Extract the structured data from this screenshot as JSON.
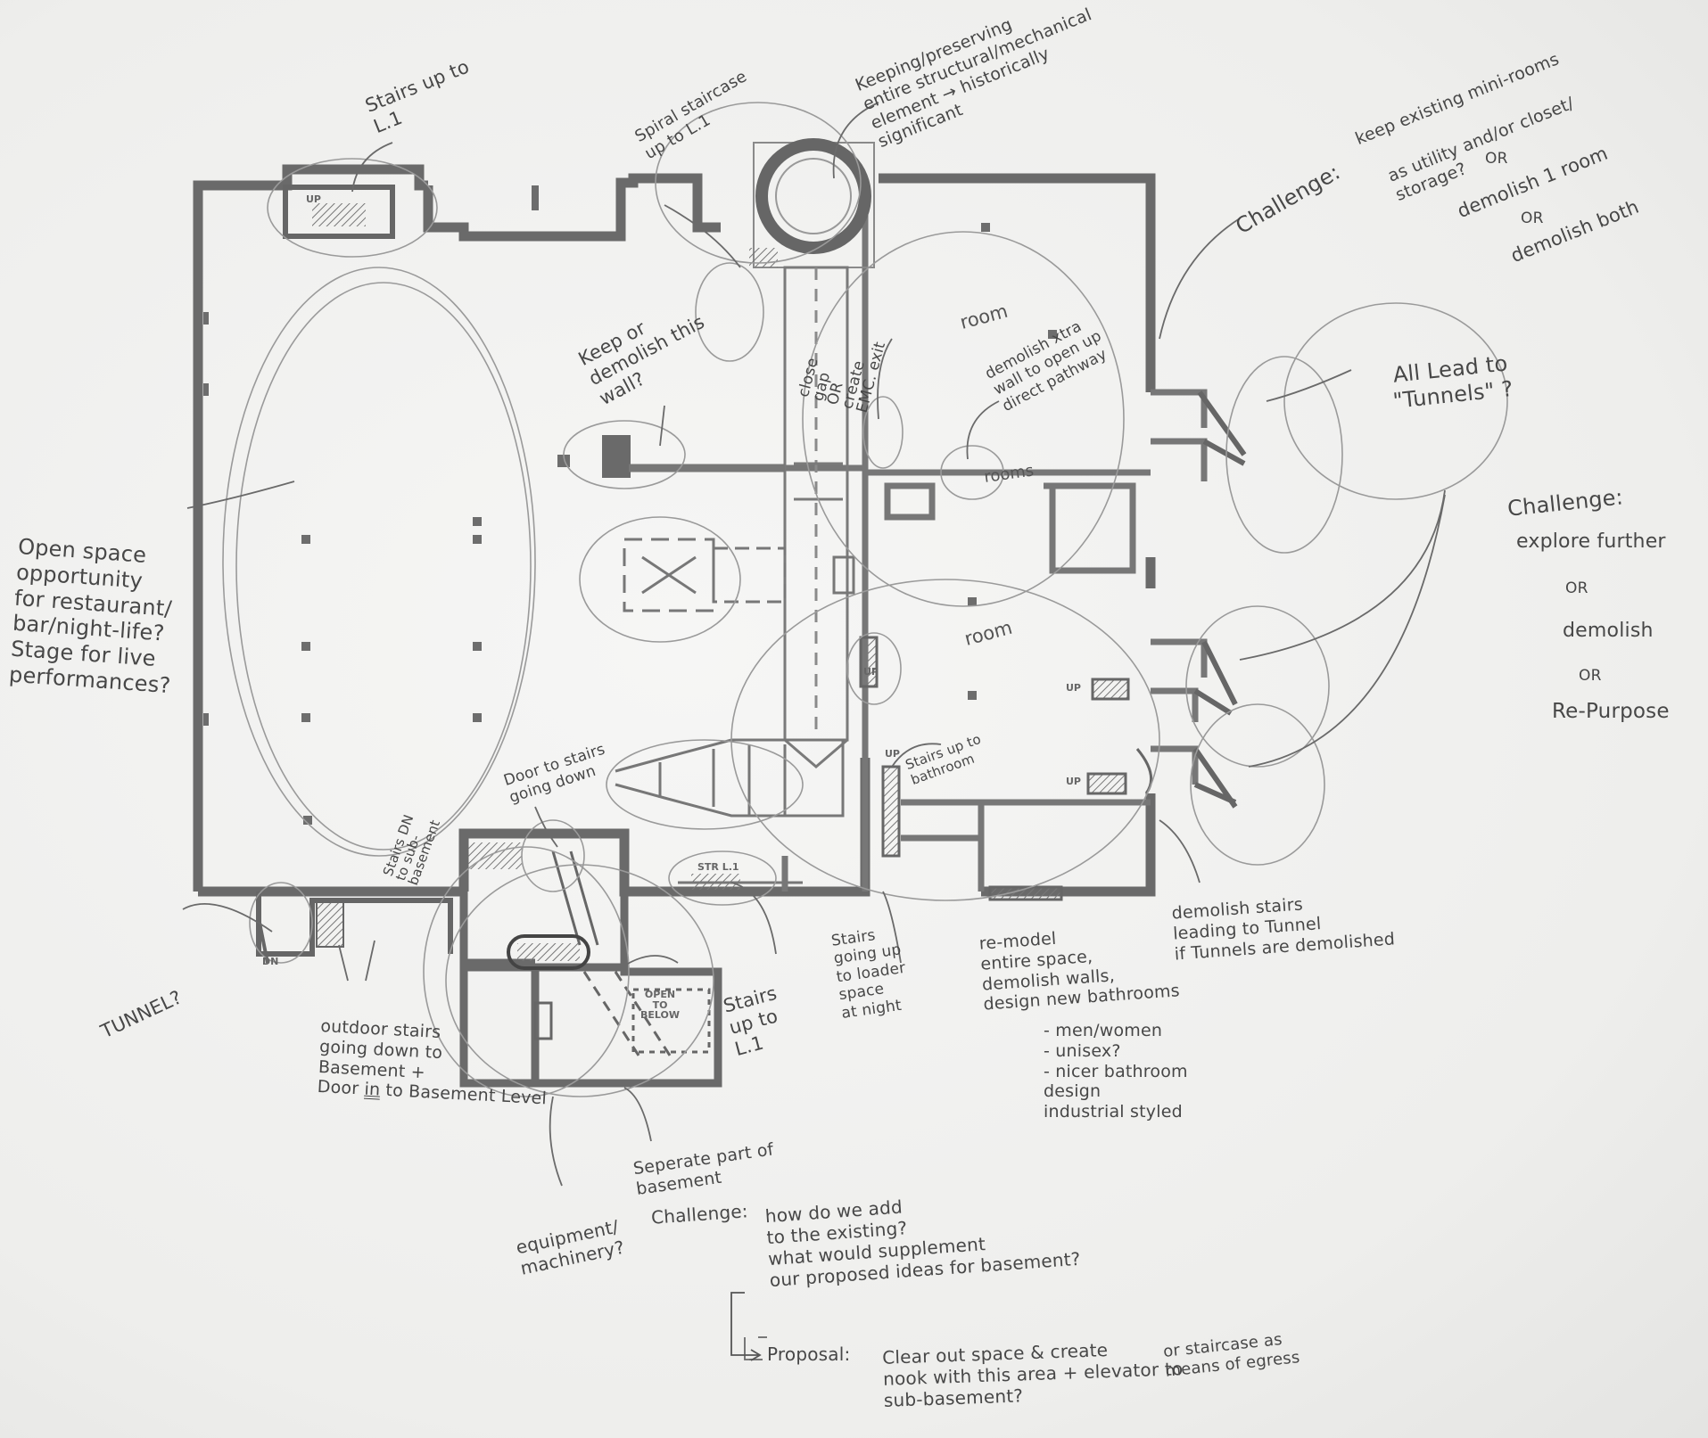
{
  "annotations": {
    "stairs_up_top": "Stairs up to\nL.1",
    "spiral_staircase": "Spiral staircase\nup to L.1",
    "keeping_preserving": "Keeping/preserving\nentire structural/mechanical\nelement → historically\nsignificant",
    "challenge_mini_rooms_lead": "Challenge:",
    "challenge_mini_rooms_1": "keep existing mini-rooms",
    "challenge_mini_rooms_2": "as utility and/or closet/\nstorage?",
    "or_1": "OR",
    "demolish_1_room": "demolish 1 room",
    "or_2": "OR",
    "demolish_both": "demolish both",
    "keep_or_demolish_wall": "Keep or\ndemolish this\nwall?",
    "close_gap": "close\ngap\nOR\ncreate\nEMC. exit",
    "room_upper": "room",
    "demolish_xtra_wall": "demolish xtra\nwall to open up\ndirect pathway",
    "rooms": "rooms",
    "all_lead_to_tunnels": "All Lead to\n\"Tunnels\" ?",
    "challenge_explore": "Challenge:",
    "explore_further": "explore further",
    "or_3": "OR",
    "demolish": "demolish",
    "or_4": "OR",
    "re_purpose": "Re-Purpose",
    "room_lower": "room",
    "open_space": "Open space\nopportunity\nfor restaurant/\nbar/night-life?\nStage for live\nperformances?",
    "stairs_dn_sub": "Stairs DN\nto sub-\nbasement",
    "door_to_stairs": "Door to stairs\ngoing down",
    "stairs_up_to_bathroom": "Stairs up to\nbathroom",
    "tunnel": "TUNNEL?",
    "outdoor_stairs_1": "outdoor stairs\ngoing down to\nBasement +",
    "outdoor_stairs_door": "Door",
    "outdoor_stairs_in": "in",
    "outdoor_stairs_2": "to Basement Level",
    "stairs_up_l1_bottom": "Stairs\nup to\nL.1",
    "stairs_going_up": "Stairs\ngoing up\nto loader\nspace\nat night",
    "remodel": "re-model\nentire space,\ndemolish walls,\ndesign new bathrooms",
    "remodel_list": "- men/women\n- unisex?\n- nicer bathroom\n      design\n   industrial styled",
    "demolish_stairs": "demolish stairs\nleading to Tunnel\nif Tunnels are demolished",
    "separate_part": "Seperate part of\nbasement",
    "challenge_add": "Challenge:",
    "how_do_we_add": "how do we add\nto the existing?\nwhat would supplement\nour proposed ideas for basement?",
    "equipment": "equipment/\nmachinery?",
    "proposal_label": "Proposal:",
    "proposal_text": "Clear out space & create\nnook with this area + elevator to\n                         sub-basement?",
    "or_staircase": "or staircase as\nmeans of egress"
  },
  "plan_labels": {
    "open_to_below": "OPEN\nTO\nBELOW",
    "up_1": "UP",
    "up_2": "UP",
    "up_3": "UP",
    "up_4": "UP",
    "up_5": "UP",
    "dn": "DN",
    "stair_l1": "STR L.1"
  }
}
